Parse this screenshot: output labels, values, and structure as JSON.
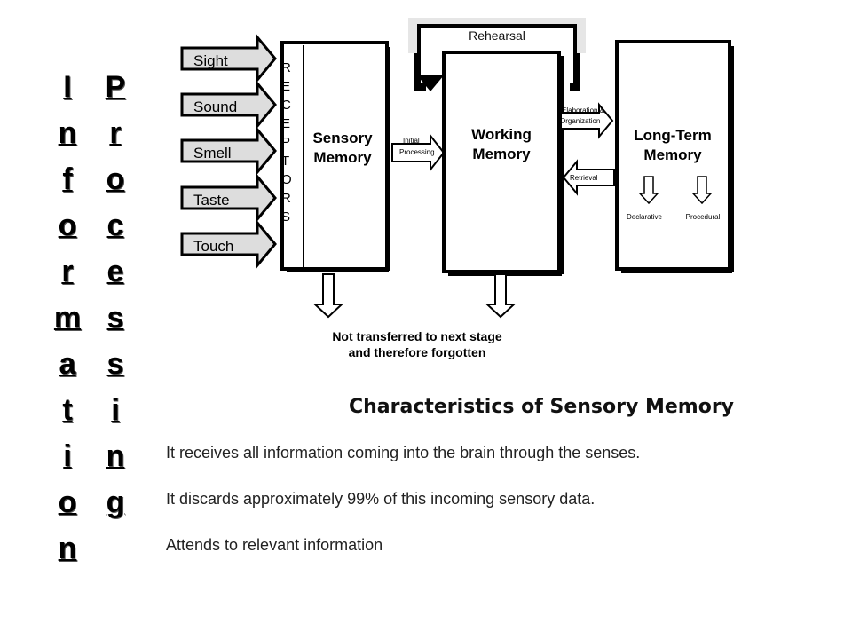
{
  "vertical_title_1": [
    "I",
    "n",
    "f",
    "o",
    "r",
    "m",
    "a",
    "t",
    "i",
    "o",
    "n"
  ],
  "vertical_title_2": [
    "P",
    "r",
    "o",
    "c",
    "e",
    "s",
    "s",
    "i",
    "n",
    "g"
  ],
  "diagram": {
    "senses": [
      "Sight",
      "Sound",
      "Smell",
      "Taste",
      "Touch"
    ],
    "receptors": [
      "R",
      "E",
      "C",
      "E",
      "P",
      "T",
      "O",
      "R",
      "S"
    ],
    "sensory_memory": [
      "Sensory",
      "Memory"
    ],
    "working_memory": [
      "Working",
      "Memory"
    ],
    "long_term_memory": [
      "Long-Term",
      "Memory"
    ],
    "rehearsal": "Rehearsal",
    "initial_processing": [
      "Initial",
      "Processing"
    ],
    "elaboration": [
      "Elaboration &",
      "Organization"
    ],
    "retrieval": "Retrieval",
    "declarative": "Declarative",
    "procedural": "Procedural",
    "forgotten": [
      "Not transferred to next stage",
      "and therefore forgotten"
    ]
  },
  "section_title": "Characteristics of Sensory Memory",
  "points": [
    "It receives all information coming into the brain through the senses.",
    "It discards approximately 99% of this incoming sensory data.",
    "Attends to relevant information"
  ]
}
